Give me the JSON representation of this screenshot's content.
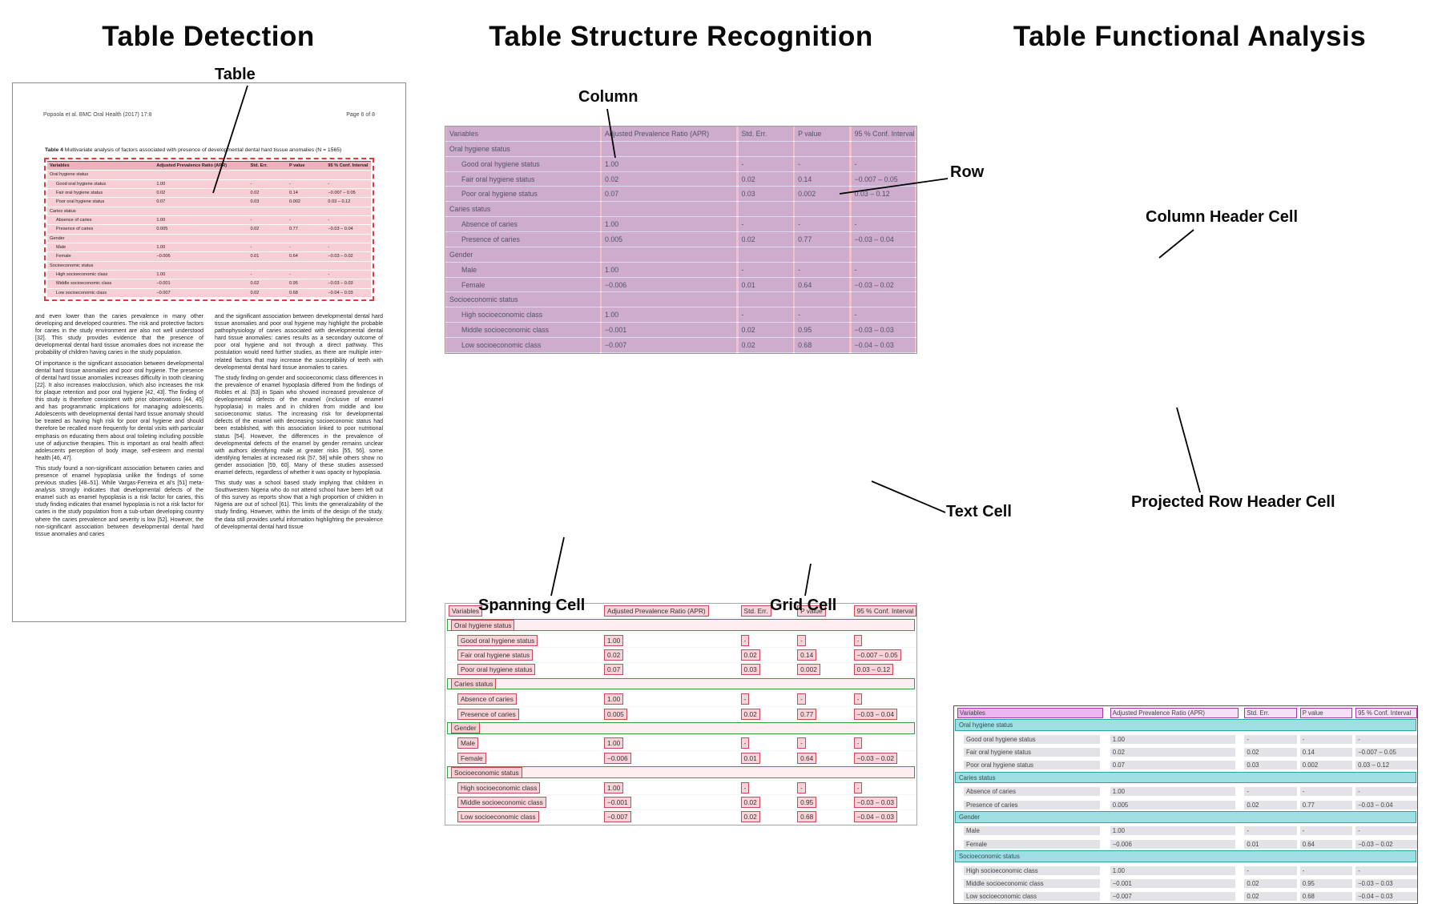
{
  "panels": {
    "detection": {
      "title": "Table Detection",
      "callout": "Table",
      "document": {
        "header_left": "Popoola et al. BMC Oral Health  (2017) 17:8",
        "header_right": "Page 6 of 8",
        "caption_label": "Table 4",
        "caption_text": " Multivariate analysis of factors associated with presence of developmental dental hard tissue anomalies (N = 1565)",
        "body_col1": [
          "and even lower than the caries prevalence in many other developing and developed countries. The risk and protective factors for caries in the study environment are also not well understood [32]. This study provides evidence that the presence of developmental dental hard tissue anomalies does not increase the probability of children having caries in the study population.",
          "Of importance is the significant association between developmental dental hard tissue anomalies and poor oral hygiene. The presence of dental hard tissue anomalies increases difficulty in tooth cleaning [22]. It also increases malocclusion, which also increases the risk for plaque retention and poor oral hygiene [42, 43]. The finding of this study is therefore consistent with prior observations [44, 45] and has programmatic implications for managing adolescents. Adolescents with developmental dental hard tissue anomaly should be treated as having high risk for poor oral hygiene and should therefore be recalled more frequently for dental visits with particular emphasis on educating them about oral toileting including possible use of adjunctive therapies. This is important as oral health affect adolescents perception of body image, self-esteem and mental health [46, 47].",
          "This study found a non-significant association between caries and presence of enamel hypoplasia unlike the findings of some previous studies [48–51]. While Vargas-Ferreira et al's [51] meta-analysis strongly indicates that developmental defects of the enamel such as enamel hypoplasia is a risk factor for caries, this study finding indicates that enamel hypoplasia is not a risk factor for caries in the study population from a sub-urban developing country where the caries prevalence and severity is low [52]. However, the non-significant association between developmental dental hard tissue anomalies and caries"
        ],
        "body_col2": [
          "and the significant association between developmental dental hard tissue anomalies and poor oral hygiene may highlight the probable pathophysiology of caries associated with developmental dental hard tissue anomalies: caries results as a secondary outcome of poor oral hygiene and not through a direct pathway. This postulation would need further studies, as there are multiple inter-related factors that may increase the susceptibility of teeth with developmental dental hard tissue anomalies to caries.",
          "The study finding on gender and socioeconomic class differences in the prevalence of enamel hypoplasia differed from the findings of Robles et al. [53] in Spain who showed increased prevalence of developmental defects of the enamel (inclusive of enamel hypoplasia) in males and in children from middle and low socioeconomic status. The increasing risk for developmental defects of the enamel with decreasing socioeconomic status had been established, with this association linked to poor nutritional status [54]. However, the differences in the prevalence of developmental defects of the enamel by gender remains unclear with authors identifying male at greater risks [55, 56], some identifying females at increased risk [57, 58] while others show no gender association [59, 60]. Many of these studies assessed enamel defects, regardless of whether it was opacity or hypoplasia.",
          "This study was a school based study implying that children in Southwestern Nigeria who do not attend school have been left out of this survey as reports show that a high proportion of children in Nigeria are out of school [61]. This limits the generalizability of the study finding. However, within the limits of the design of the study, the data still provides useful information highlighting the prevalence of developmental dental hard tissue"
        ]
      }
    },
    "structure": {
      "title": "Table Structure Recognition",
      "callouts": {
        "column": "Column",
        "row": "Row",
        "spanning_cell": "Spanning Cell",
        "grid_cell": "Grid Cell",
        "text_cell": "Text Cell"
      }
    },
    "functional": {
      "title": "Table Functional Analysis",
      "callouts": {
        "column_header_cell": "Column Header Cell",
        "projected_row_header_cell": "Projected Row Header Cell"
      }
    }
  },
  "table": {
    "headers": [
      "Variables",
      "Adjusted Prevalence Ratio (APR)",
      "Std. Err.",
      "P value",
      "95 % Conf. Interval"
    ],
    "sections": [
      {
        "label": "Oral hygiene status",
        "rows": [
          [
            "Good oral hygiene status",
            "1.00",
            "-",
            "-",
            "-"
          ],
          [
            "Fair oral hygiene status",
            "0.02",
            "0.02",
            "0.14",
            "−0.007 – 0.05"
          ],
          [
            "Poor oral hygiene status",
            "0.07",
            "0.03",
            "0.002",
            "0.03 – 0.12"
          ]
        ]
      },
      {
        "label": "Caries status",
        "rows": [
          [
            "Absence of caries",
            "1.00",
            "-",
            "-",
            "-"
          ],
          [
            "Presence of caries",
            "0.005",
            "0.02",
            "0.77",
            "−0.03 – 0.04"
          ]
        ]
      },
      {
        "label": "Gender",
        "rows": [
          [
            "Male",
            "1.00",
            "-",
            "-",
            "-"
          ],
          [
            "Female",
            "−0.006",
            "0.01",
            "0.64",
            "−0.03 – 0.02"
          ]
        ]
      },
      {
        "label": "Socioeconomic status",
        "rows": [
          [
            "High socioeconomic class",
            "1.00",
            "-",
            "-",
            "-"
          ],
          [
            "Middle socioeconomic class",
            "−0.001",
            "0.02",
            "0.95",
            "−0.03 – 0.03"
          ],
          [
            "Low socioeconomic class",
            "−0.007",
            "0.02",
            "0.68",
            "−0.04 – 0.03"
          ]
        ]
      }
    ]
  },
  "colors": {
    "row_highlight": "#e18092",
    "column_highlight": "#8080da",
    "cell_border": "#c9485b",
    "cell_fill": "#f3b6bf",
    "spanning_cell_border": "#2f9e44",
    "column_header_border": "#a23aa5",
    "column_header_fill": "#ecbbee",
    "projected_row_header_fill": "#6aced4",
    "detection_box": "#e23b3b",
    "callout_line": "#000000"
  }
}
